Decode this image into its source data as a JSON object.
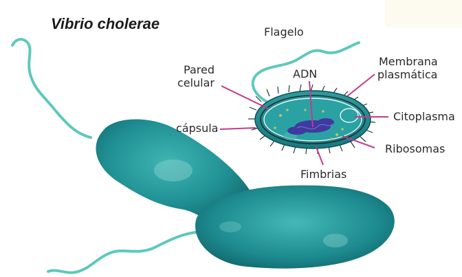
{
  "title": "Vibrio cholerae",
  "labels": {
    "flagelo": "Flagelo",
    "membrana_l1": "Membrana",
    "membrana_l2": "plasmática",
    "pared_l1": "Pared",
    "pared_l2": "celular",
    "adn": "ADN",
    "citoplasma": "Citoplasma",
    "capsula": "cápsula",
    "ribosomas": "Ribosomas",
    "fimbrias": "Fimbrias"
  },
  "colors": {
    "cell_teal": "#1f8f93",
    "cell_dark": "#14676b",
    "flagellum": "#5ec8bd",
    "leader_line": "#c23b8c",
    "dna": "#3f3aa0",
    "text": "#2a2a2a"
  }
}
